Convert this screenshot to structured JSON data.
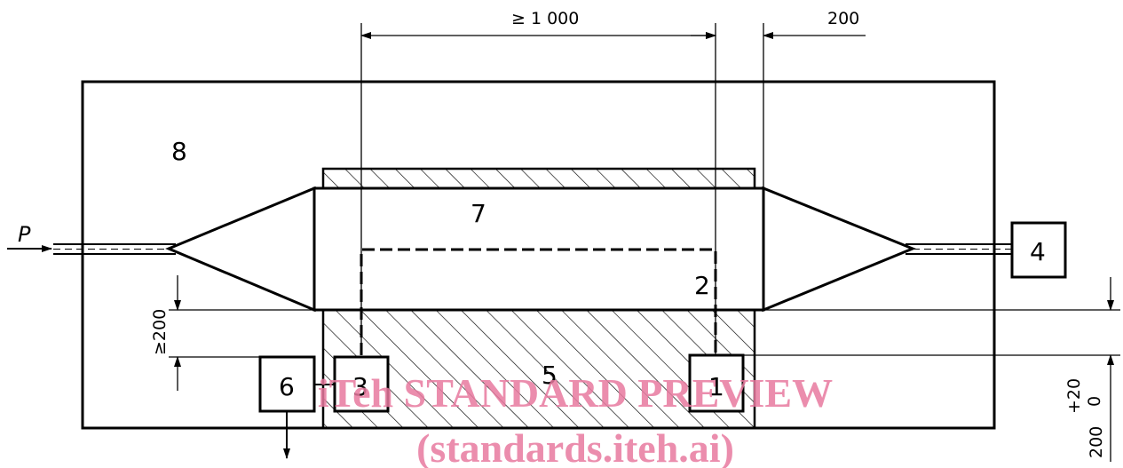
{
  "diagram": {
    "labels": {
      "p": "P",
      "n1": "1",
      "n2": "2",
      "n3": "3",
      "n4": "4",
      "n5": "5",
      "n6": "6",
      "n7": "7",
      "n8": "8"
    },
    "dimensions": {
      "length": "≥ 1 000",
      "offset": "200",
      "height_left": "≥200",
      "height_right": "200",
      "tolerance_upper": "+20",
      "tolerance_lower": "0"
    },
    "watermark": {
      "line1": "iTeh STANDARD PREVIEW",
      "line2": "(standards.iteh.ai)"
    },
    "colors": {
      "line": "#000000",
      "watermark": "#e8799f"
    }
  }
}
